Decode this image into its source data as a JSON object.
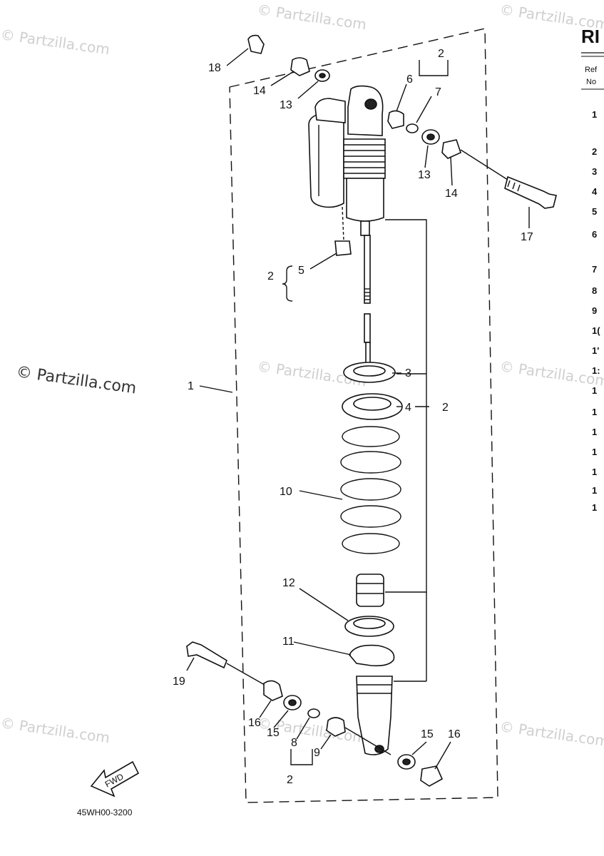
{
  "watermark": "© Partzilla.com",
  "header": {
    "title_fragment": "RI",
    "ref_col_line1": "Ref",
    "ref_col_line2": "No"
  },
  "ref_numbers": [
    "1",
    "2",
    "3",
    "4",
    "5",
    "6",
    "7",
    "8",
    "9",
    "1(",
    "1'",
    "1:",
    "1",
    "1",
    "1",
    "1",
    "1",
    "1",
    "1"
  ],
  "fwd_label": "FWD",
  "drawing_code": "45WH00-3200",
  "callouts": {
    "c1": "1",
    "c2a": "2",
    "c2b": "2",
    "c2c": "2",
    "c2d": "2",
    "c3": "3",
    "c4": "4",
    "c5": "5",
    "c6": "6",
    "c7": "7",
    "c8": "8",
    "c9": "9",
    "c10": "10",
    "c11": "11",
    "c12": "12",
    "c13a": "13",
    "c13b": "13",
    "c14a": "14",
    "c14b": "14",
    "c15a": "15",
    "c15b": "15",
    "c16a": "16",
    "c16b": "16",
    "c17": "17",
    "c18": "18",
    "c19": "19"
  }
}
